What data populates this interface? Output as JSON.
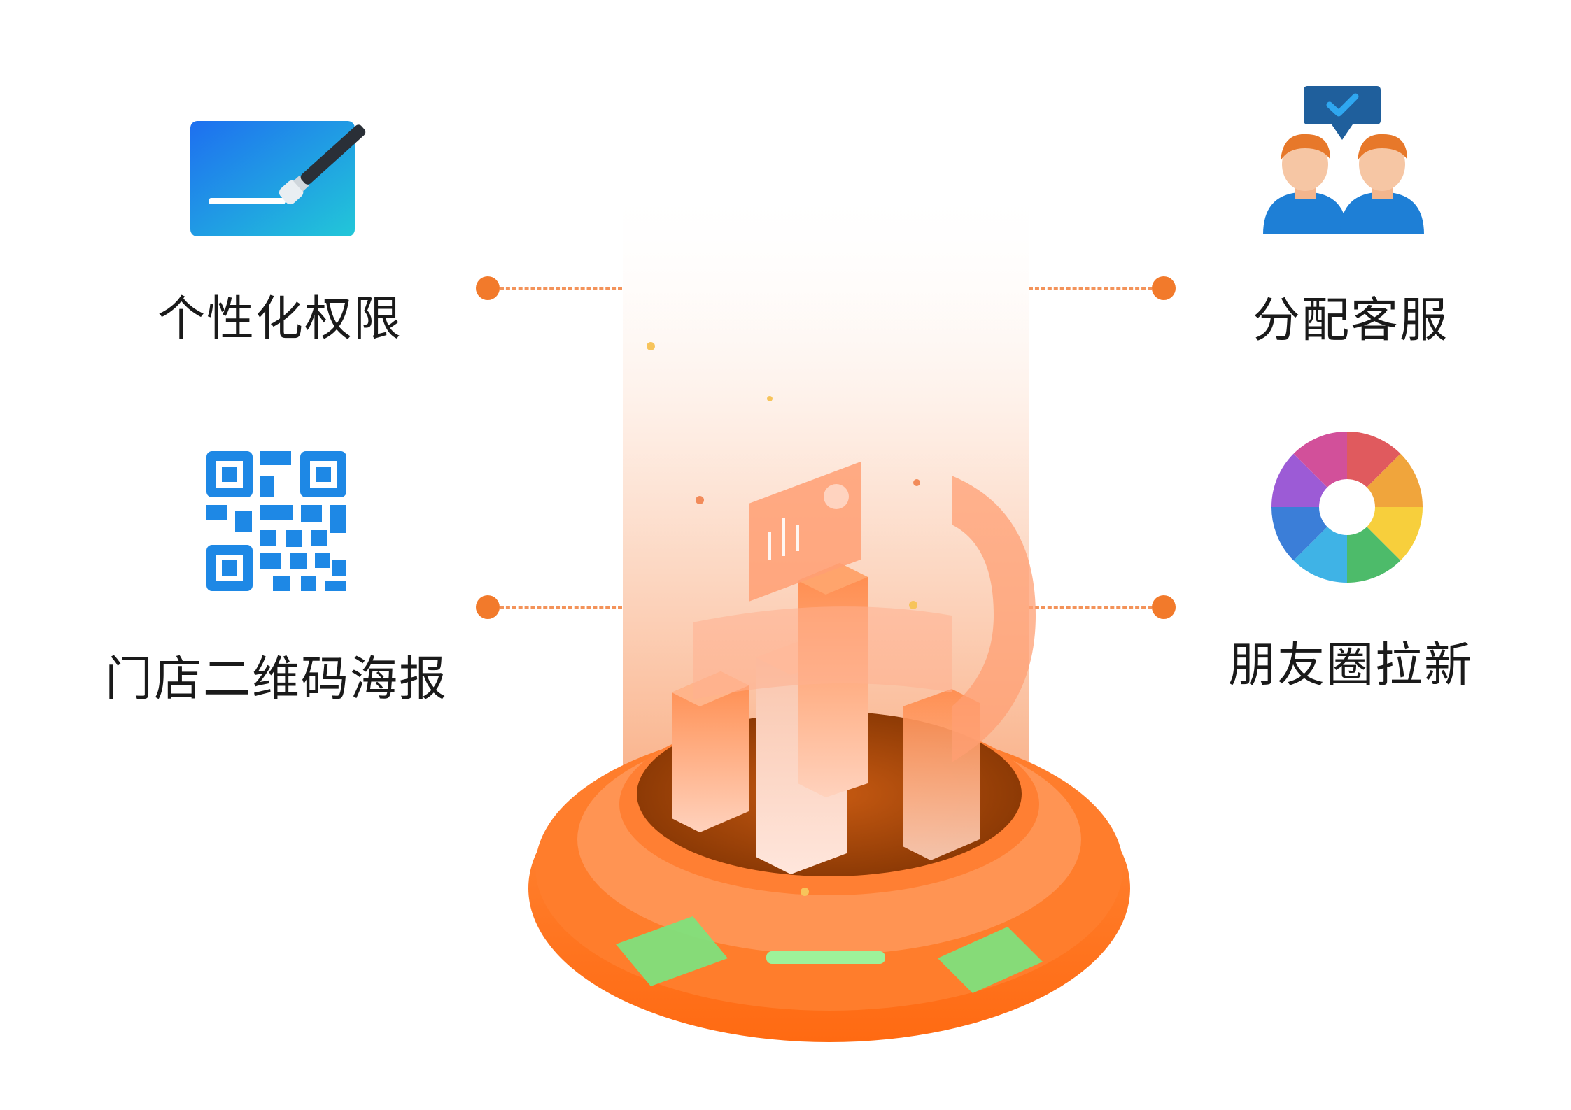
{
  "features": {
    "permissions": {
      "label": "个性化权限",
      "icon": "paintbrush-icon"
    },
    "qrcode_poster": {
      "label": "门店二维码海报",
      "icon": "qrcode-icon"
    },
    "assign_service": {
      "label": "分配客服",
      "icon": "customer-service-icon"
    },
    "moments_growth": {
      "label": "朋友圈拉新",
      "icon": "color-wheel-icon"
    }
  },
  "colors": {
    "accent_orange": "#f27a2b",
    "icon_blue": "#1e88e5",
    "text": "#1a1a1a"
  }
}
